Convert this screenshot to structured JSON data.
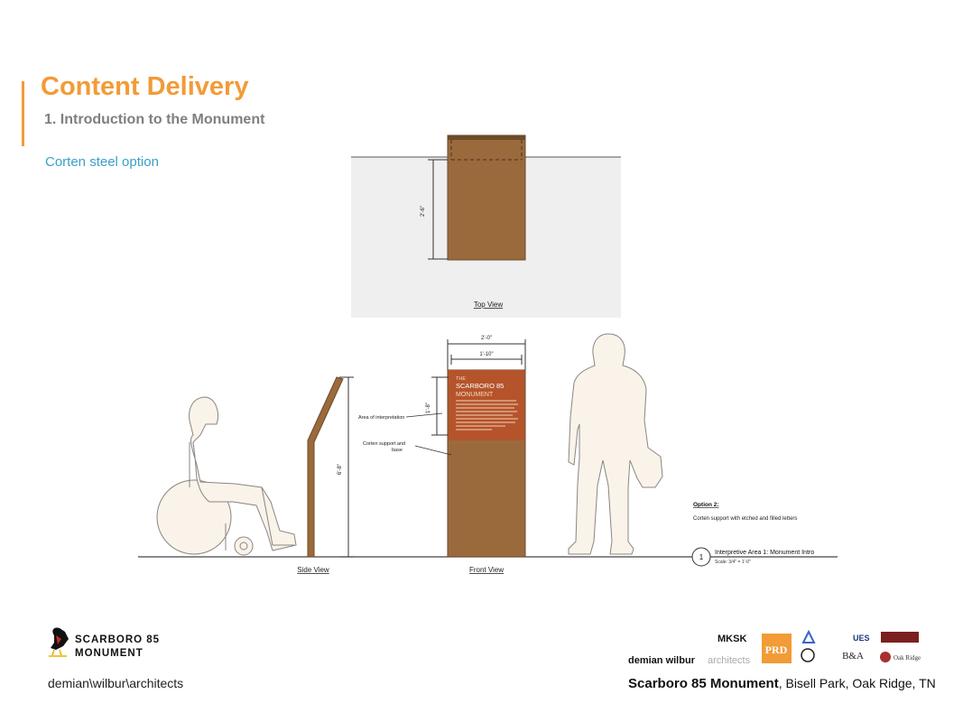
{
  "header": {
    "title": "Content Delivery",
    "subtitle": "1. Introduction to the Monument",
    "option_label": "Corten steel option"
  },
  "drawing": {
    "top_view_label": "Top View",
    "top_view_dim": "2'-6\"",
    "side_view_label": "Side View",
    "front_view_label": "Front View",
    "dim_width_outer": "2'-0\"",
    "dim_width_inner": "1'-10\"",
    "dim_height": "6'-8\"",
    "dim_panel": "1'-8\"",
    "callout_interpretation": "Area of interpretation",
    "callout_support_1": "Corten support and",
    "callout_support_2": "base",
    "panel_title_1": "THE",
    "panel_title_2": "SCARBORO 85",
    "panel_title_3": "MONUMENT",
    "option2_title": "Option 2:",
    "option2_desc": "Corten support with etched and filled letters",
    "area_number": "1",
    "area_title": "Interpretive Area 1: Monument Intro",
    "area_scale": "Scale: 3/4\" = 1'-0\"",
    "colors": {
      "corten": "#9a6a3d",
      "corten_dark": "#6e4a28",
      "panel": "#b5542b",
      "silhouette": "#faf3ea",
      "ground_bg": "#efefef"
    }
  },
  "footer": {
    "logo_line1": "SCARBORO 85",
    "logo_line2": "MONUMENT",
    "firm": "demian\\wilbur\\architects",
    "project_bold": "Scarboro 85 Monument",
    "project_rest": ", Bisell Park, Oak Ridge, TN",
    "partners": {
      "mksk": "MKSK",
      "prd": "PRD",
      "ues": "UES",
      "bva": "B&A",
      "oak_ridge": "Oak Ridge",
      "demian_bold": "demian wilbur",
      "demian_light": "architects"
    }
  }
}
